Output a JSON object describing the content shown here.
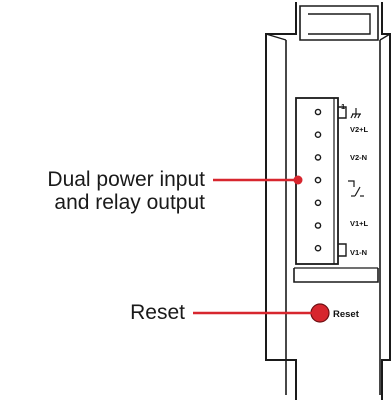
{
  "callouts": {
    "power_relay_line1": "Dual power input",
    "power_relay_line2": "and relay output",
    "reset": "Reset"
  },
  "terminal_block": {
    "first_pin_number": "1",
    "pin_labels": {
      "v2_plus_l": "V2+L",
      "v2_minus_n": "V2-N",
      "v1_plus_l": "V1+L",
      "v1_minus_n": "V1-N"
    },
    "icons": [
      "ground-icon",
      "relay-contact-icon"
    ],
    "screw_count": 7
  },
  "reset_button": {
    "label": "Reset"
  },
  "colors": {
    "accent_red": "#d7262e",
    "outline": "#1a1a1a",
    "housing_fill": "#ffffff"
  }
}
